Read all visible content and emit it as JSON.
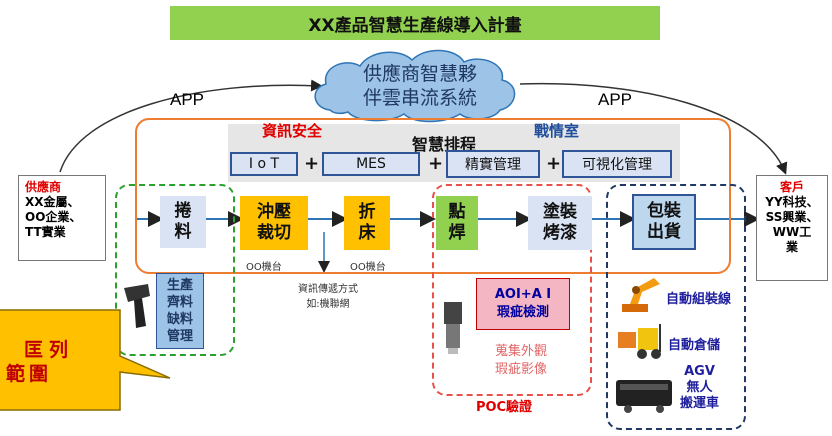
{
  "title": "XX產品智慧生產線導入計畫",
  "cloud": {
    "line1": "供應商智慧夥",
    "line2": "伴雲串流系統"
  },
  "app_left": "APP",
  "app_right": "APP",
  "security_label": "資訊安全",
  "warroom_label": "戰情室",
  "scheduling_label": "智慧排程",
  "systems": {
    "iot": "I o T",
    "mes": "MES",
    "lean": "精實管理",
    "visual": "可視化管理"
  },
  "supplier": {
    "heading": "供應商",
    "lines": [
      "XX金屬、",
      "OO企業、",
      "TT實業"
    ]
  },
  "customer": {
    "heading": "客戶",
    "lines": [
      "YY科技、",
      "SS興業、",
      "WW工",
      "業"
    ]
  },
  "steps": {
    "coil": [
      "捲",
      "料"
    ],
    "stamping": [
      "沖壓",
      "裁切"
    ],
    "bending": [
      "折",
      "床"
    ],
    "welding": [
      "點",
      "焊"
    ],
    "painting": [
      "塗裝",
      "烤漆"
    ],
    "packing": [
      "包裝",
      "出貨"
    ]
  },
  "machine_label_1": "OO機台",
  "machine_label_2": "OO機台",
  "transmission": {
    "line1": "資訊傳遞方式",
    "line2": "如:機聯網"
  },
  "shortage_box": [
    "生產",
    "齊料",
    "缺料",
    "管理"
  ],
  "aoi": {
    "line1": "AOI+A I",
    "line2": "瑕疵檢測"
  },
  "aoi_collect": {
    "line1": "蒐集外觀",
    "line2": "瑕疵影像"
  },
  "poc": "POC驗證",
  "right_items": {
    "assembly": "自動組裝線",
    "warehouse": "自動倉儲",
    "agv_lines": [
      "AGV",
      "無人",
      "搬運車"
    ]
  },
  "callout": {
    "line1": "匡列",
    "line2": "範圍"
  },
  "colors": {
    "title_bg": "#92d050",
    "frame": "#ed7d31",
    "green_dash": "#2ca02c",
    "red_dash": "#e8504a",
    "navy_dash": "#1f3864",
    "callout_bg": "#ffc000"
  }
}
